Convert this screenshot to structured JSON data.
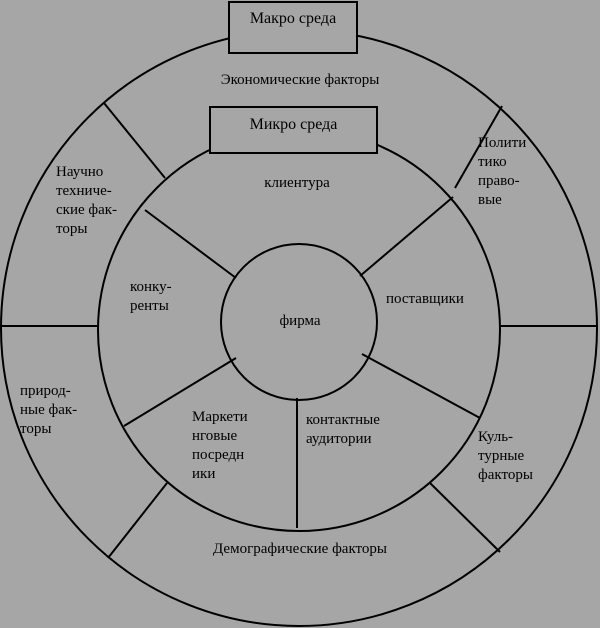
{
  "diagram": {
    "macro_box": "Макро среда",
    "micro_box": "Микро среда",
    "center": "фирма",
    "outer_ring": {
      "top": "Экономические факторы",
      "top_right": "Полити\nтико\nправо-\nвые",
      "bottom_right": "Куль-\nтурные\nфакторы",
      "bottom": "Демографические факторы",
      "left_lower": "природ-\nные фак-\nторы",
      "left_upper": "Научно\nтехниче-\nские фак-\nторы"
    },
    "inner_ring": {
      "top": "клиентура",
      "right": "поставщики",
      "bottom_right": "контактные\nаудитории",
      "bottom_left": "Маркети\nнговые\nпосредн\nики",
      "left": "конку-\nренты"
    }
  },
  "colors": {
    "background": "#a6a6a6",
    "line": "#000000"
  }
}
